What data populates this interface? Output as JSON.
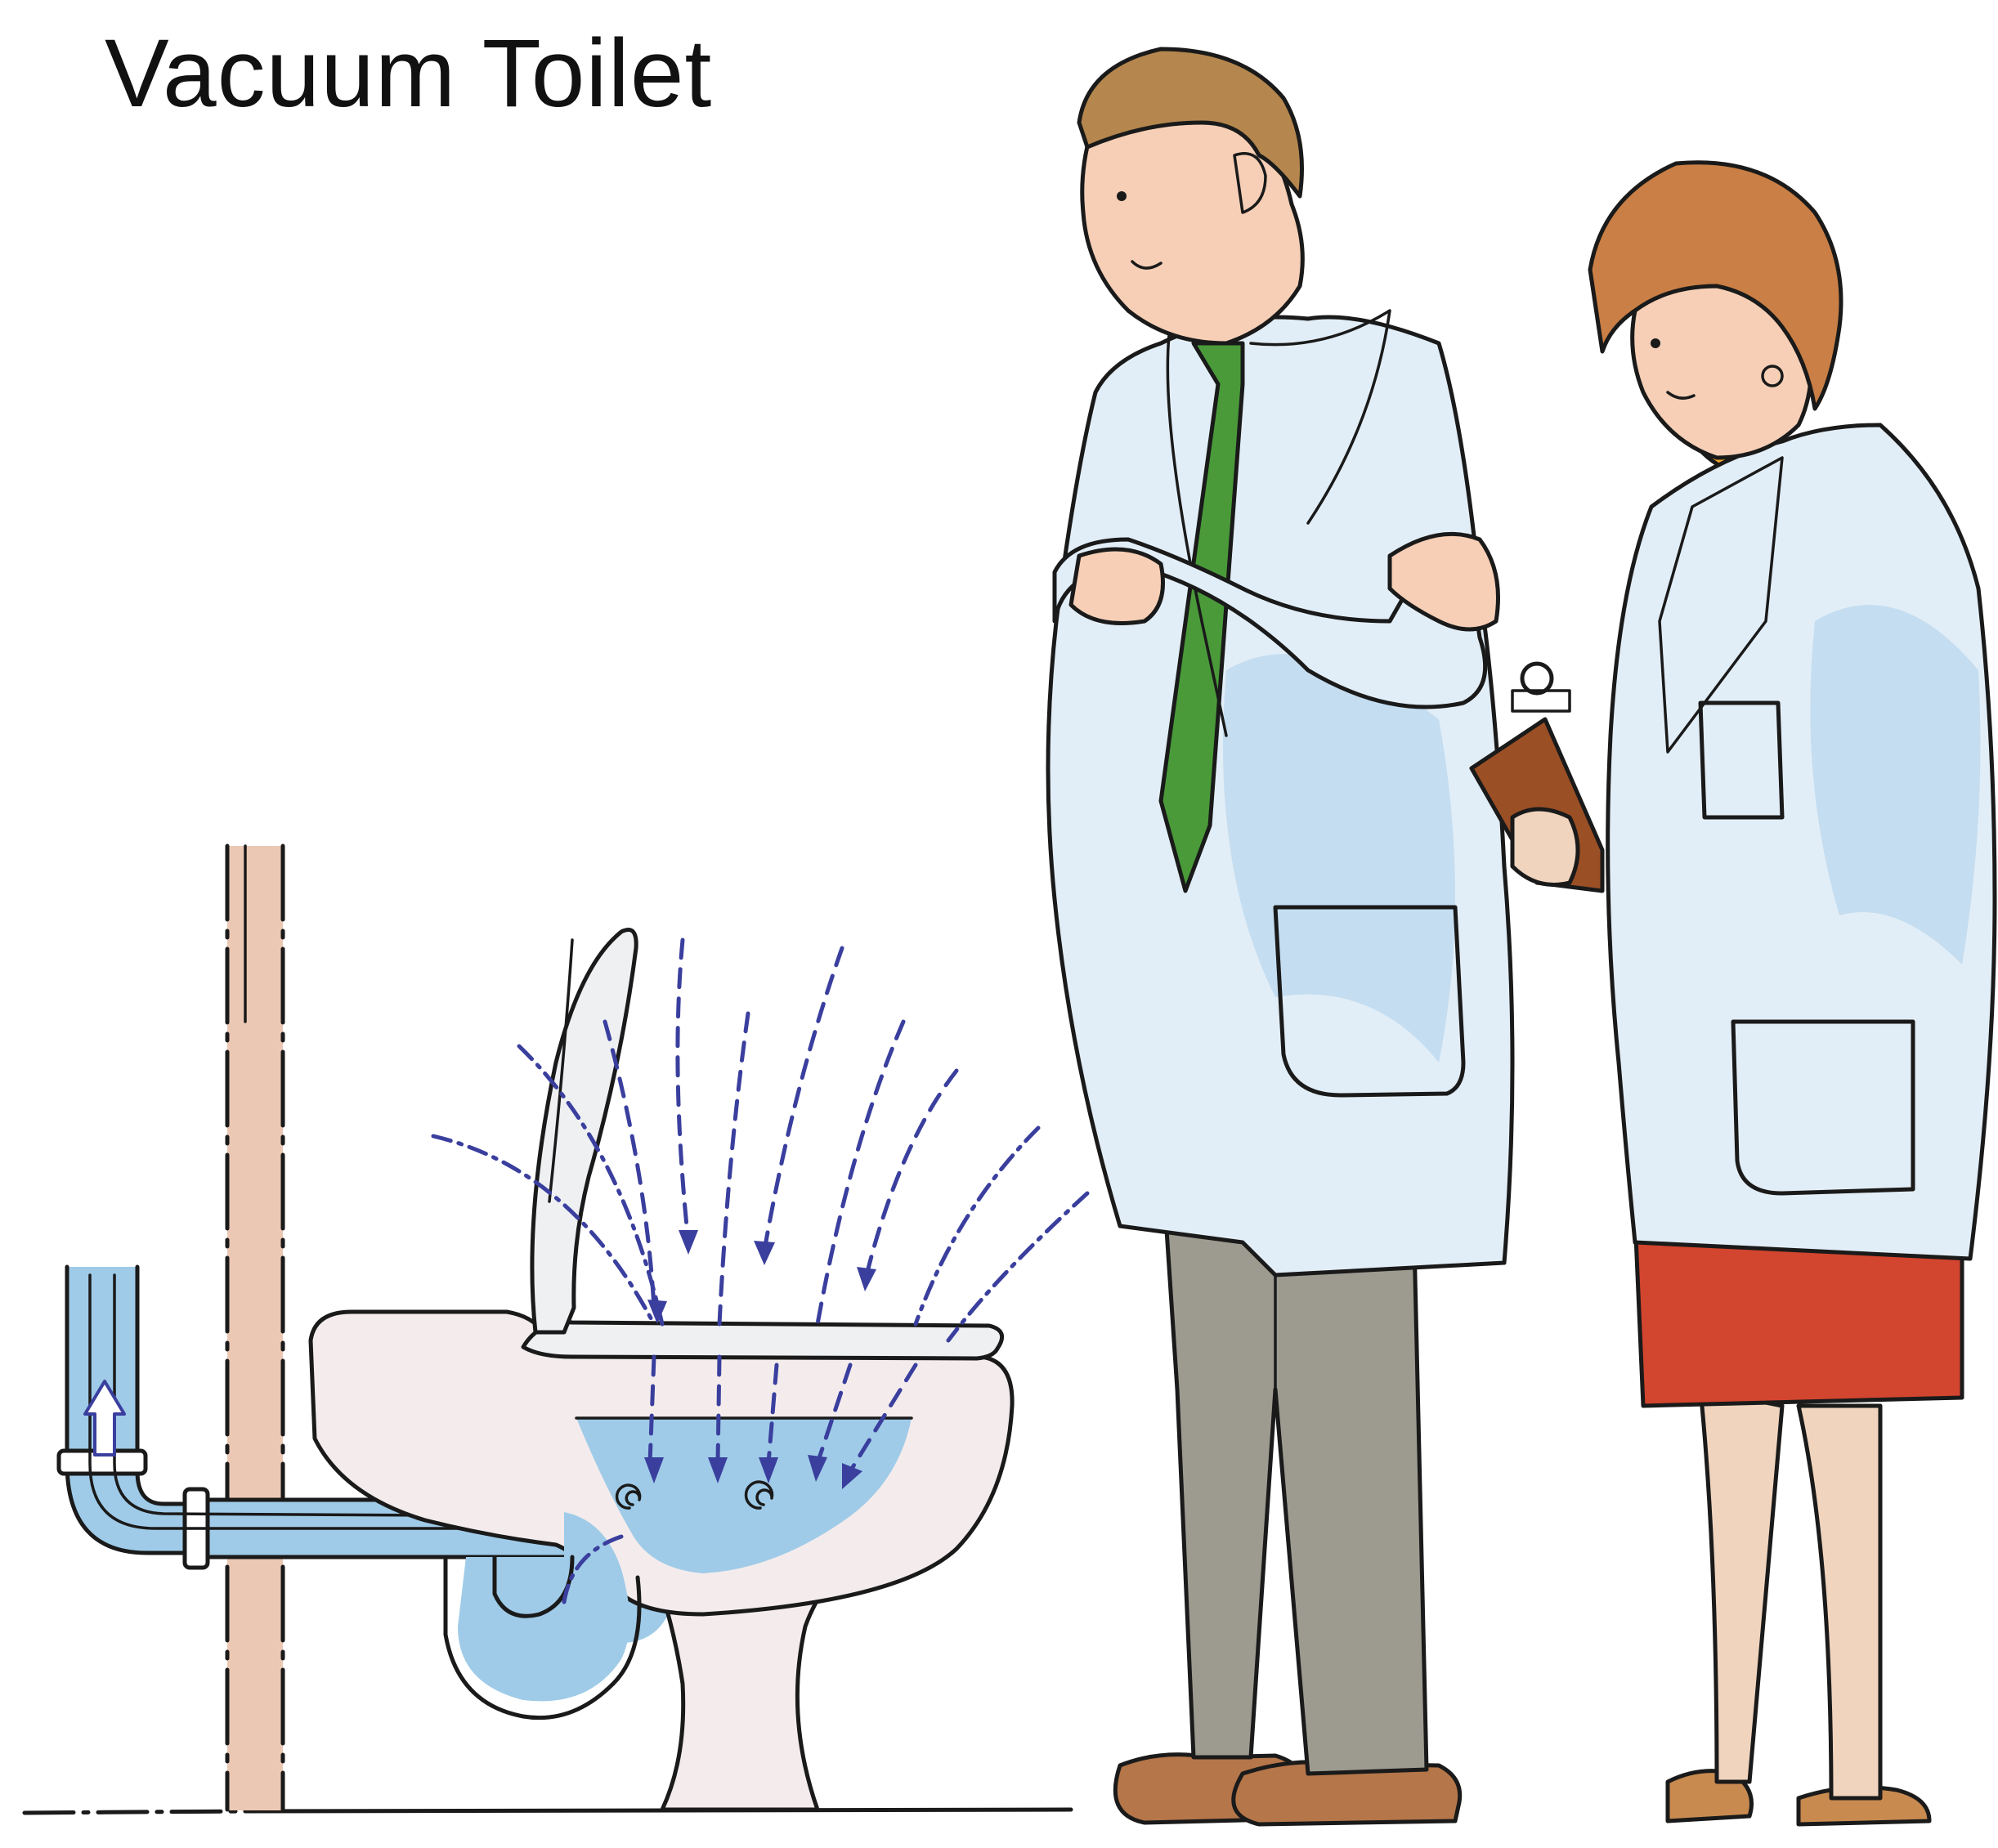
{
  "title": "Vacuum Toilet",
  "colors": {
    "water": "#9fcbe8",
    "flow_arrows": "#3a3f9e",
    "wall_stud": "#ebc8b4",
    "lab_coat": "#e2eef7",
    "mans_tie": "#4a9a3a",
    "mans_trousers": "#9d9a90",
    "womans_sweater": "#f0a52b",
    "womans_skirt": "#d2452e",
    "shoes": "#b5764a"
  },
  "icons": [
    "upward-flow-arrow",
    "airflow-arrows",
    "water-swirl"
  ]
}
